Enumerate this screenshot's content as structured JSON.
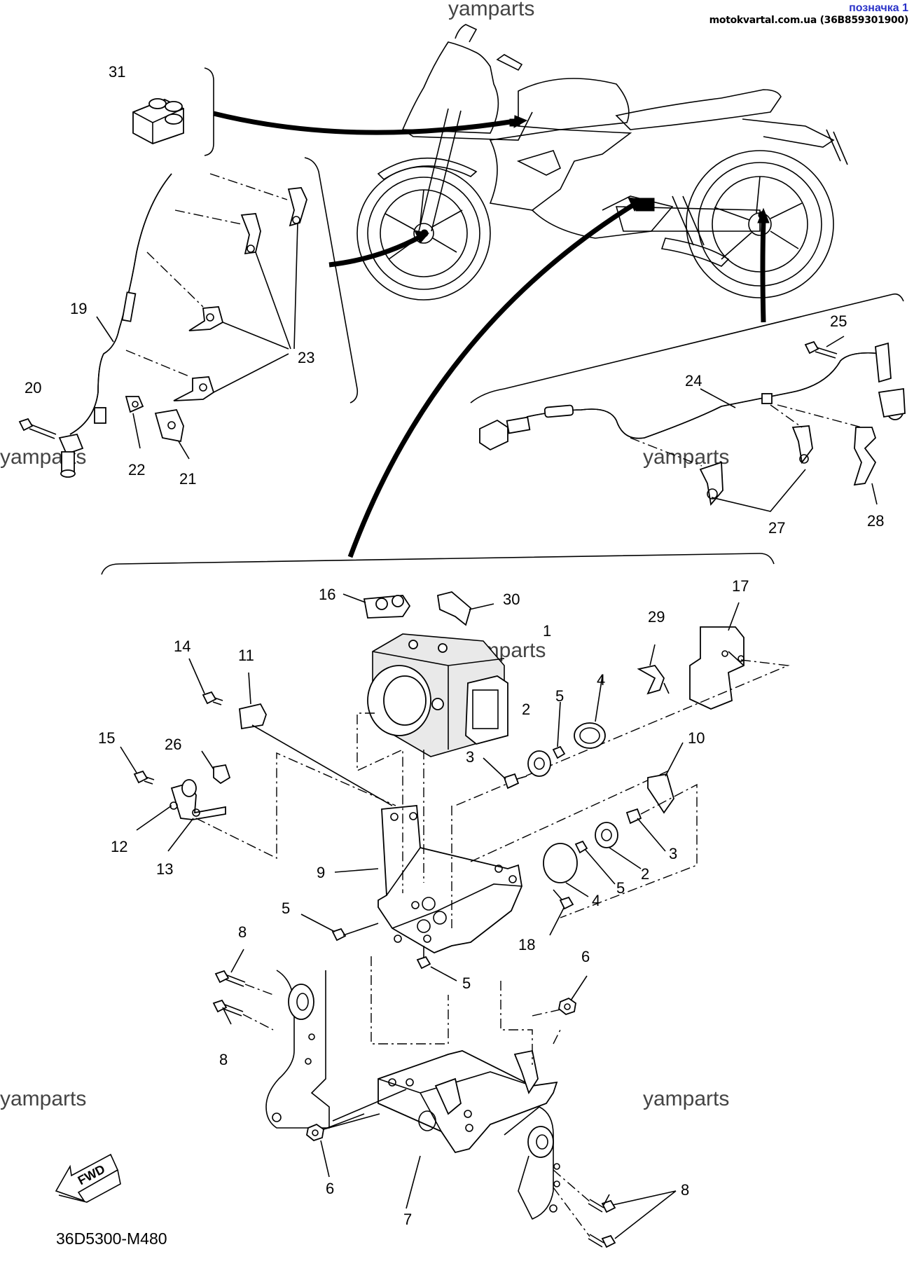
{
  "header": {
    "watermark_top": "yamparts",
    "note_label": "позначка 1",
    "site_info": "motokvartal.com.ua (36B859301900)"
  },
  "watermarks": [
    "yamparts",
    "yamparts",
    "yamparts",
    "yamparts",
    "yamparts"
  ],
  "callouts": {
    "c1": "1",
    "c2a": "2",
    "c2b": "2",
    "c3a": "3",
    "c3b": "3",
    "c4a": "4",
    "c4b": "4",
    "c5a": "5",
    "c5b": "5",
    "c5c": "5",
    "c5d": "5",
    "c6a": "6",
    "c6b": "6",
    "c7": "7",
    "c8a": "8",
    "c8b": "8",
    "c8c": "8",
    "c9": "9",
    "c10": "10",
    "c11": "11",
    "c12": "12",
    "c13": "13",
    "c14": "14",
    "c15": "15",
    "c16": "16",
    "c17": "17",
    "c18": "18",
    "c19": "19",
    "c20": "20",
    "c21": "21",
    "c22": "22",
    "c23": "23",
    "c24": "24",
    "c25": "25",
    "c26": "26",
    "c27": "27",
    "c28": "28",
    "c29": "29",
    "c30": "30",
    "c31": "31"
  },
  "fwd_label": "FWD",
  "diagram_code": "36D5300-M480"
}
